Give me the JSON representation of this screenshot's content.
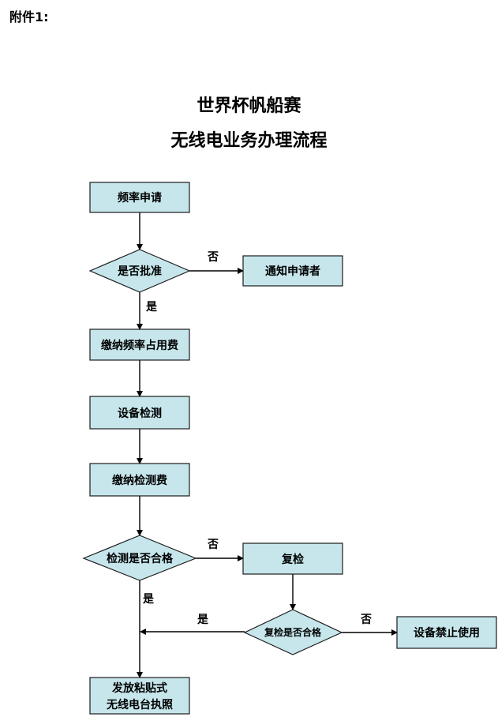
{
  "attachment_label": "附件1:",
  "title_line1": "世界杯帆船赛",
  "title_line2": "无线电业务办理流程",
  "nodes": {
    "apply": "频率申请",
    "approve": "是否批准",
    "notify": "通知申请者",
    "pay_fee": "缴纳频率占用费",
    "inspect": "设备检测",
    "pay_inspect": "缴纳检测费",
    "qualified": "检测是否合格",
    "recheck": "复检",
    "recheck_qualified": "复检是否合格",
    "ban": "设备禁止使用",
    "license_line1": "发放粘贴式",
    "license_line2": "无线电台执照"
  },
  "edge_labels": {
    "no1": "否",
    "yes1": "是",
    "no2": "否",
    "yes2": "是",
    "yes3": "是",
    "no3": "否"
  }
}
